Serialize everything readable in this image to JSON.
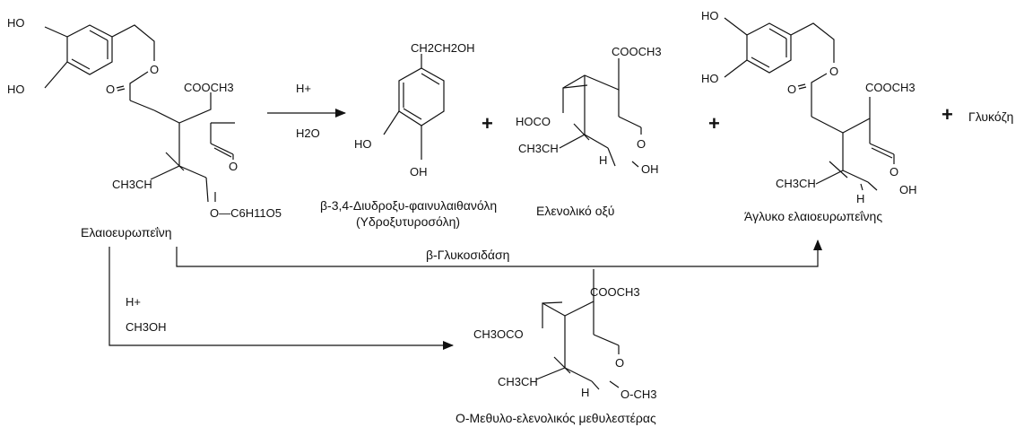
{
  "molecules": {
    "oleuropein": {
      "name": "Ελαιοευρωπεΐνη",
      "ho1": "HO",
      "ho2": "HO",
      "ester_o": "O",
      "ester_o2": "O",
      "cooch3": "COOCH3",
      "ring_o": "O",
      "ch3ch": "CH3CH",
      "glyc": "O—C6H11O5"
    },
    "hydroxytyrosol": {
      "name1": "β-3,4-Διυδροξυ-φαινυλαιθανόλη",
      "name2": "(Υδροξυτυροσόλη)",
      "ch2ch2oh": "CH2CH2OH",
      "ho": "HO",
      "oh": "OH"
    },
    "elenolic_acid": {
      "name": "Ελενολικό οξύ",
      "cooch3": "COOCH3",
      "hoco": "HOCO",
      "ch3ch": "CH3CH",
      "o": "O",
      "h": "H",
      "oh": "OH"
    },
    "aglycone": {
      "name": "Άγλυκο ελαιοευρωπεΐνης",
      "ho1": "HO",
      "ho2": "HO",
      "ester_o": "O",
      "ester_o2": "O",
      "cooch3": "COOCH3",
      "o": "O",
      "ch3ch": "CH3CH",
      "h": "H",
      "oh": "OH"
    },
    "glucose": {
      "name": "Γλυκόζη"
    },
    "methyl_ester": {
      "name": "Ο-Μεθυλο-ελενολικός μεθυλεστέρας",
      "cooch3": "COOCH3",
      "ch3oco": "CH3OCO",
      "ch3ch": "CH3CH",
      "o": "O",
      "h": "H",
      "och3": "O-CH3"
    }
  },
  "reactions": {
    "acid_hydrolysis": {
      "top": "H+",
      "bottom": "H2O"
    },
    "enzymatic": {
      "label": "β-Γλυκοσιδάση"
    },
    "methanolysis": {
      "top": "H+",
      "bottom": "CH3OH"
    }
  },
  "plus_sign": "+"
}
